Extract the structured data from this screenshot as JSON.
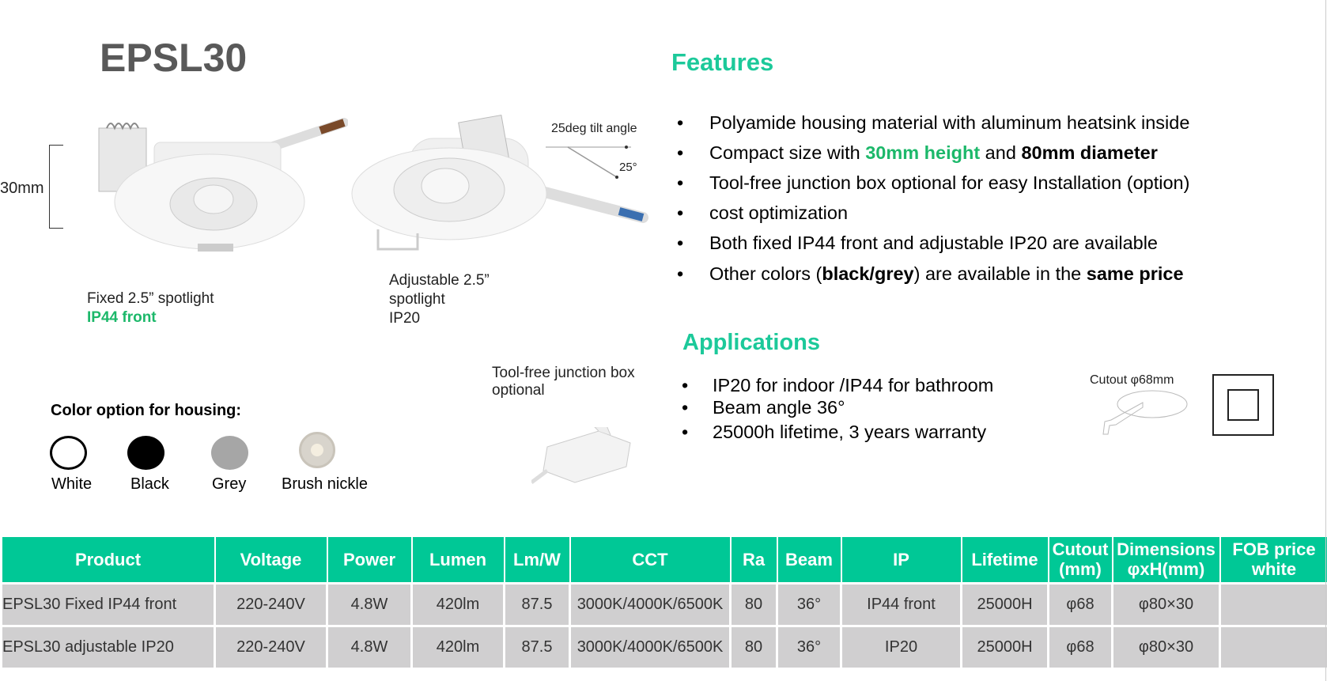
{
  "title": "EPSL30",
  "features": {
    "heading": "Features",
    "items": [
      {
        "text": "Polyamide housing material with aluminum heatsink inside"
      },
      {
        "parts": [
          "Compact size with ",
          "30mm height",
          " and ",
          "80mm diameter"
        ]
      },
      {
        "text": "Tool-free junction box optional for easy Installation (option)"
      },
      {
        "text": "cost optimization"
      },
      {
        "text": "Both fixed IP44 front and adjustable IP20 are available"
      },
      {
        "parts": [
          "Other colors (",
          "black/grey",
          ") are available in the ",
          "same price"
        ]
      }
    ]
  },
  "applications": {
    "heading": "Applications",
    "items": [
      "IP20 for indoor /IP44 for bathroom",
      "Beam angle 36°",
      "25000h lifetime, 3 years warranty"
    ]
  },
  "cutout_label": "Cutout φ68mm",
  "height_label": "30mm",
  "fixed_caption": {
    "line1": "Fixed 2.5” spotlight",
    "line2": "IP44 front"
  },
  "adjustable_caption": {
    "line1": "Adjustable 2.5”",
    "line2": "spotlight",
    "line3": "IP20"
  },
  "tilt": {
    "label": "25deg tilt angle",
    "angle": "25°"
  },
  "junction": {
    "line1": "Tool-free junction box",
    "line2": "optional"
  },
  "colors": {
    "heading": "Color option for housing:",
    "options": [
      {
        "label": "White",
        "color": "#ffffff"
      },
      {
        "label": "Black",
        "color": "#000000"
      },
      {
        "label": "Grey",
        "color": "#a6a6a6"
      },
      {
        "label": "Brush nickle",
        "color": "#d8d4cc"
      }
    ]
  },
  "table": {
    "headers": [
      "Product",
      "Voltage",
      "Power",
      "Lumen",
      "Lm/W",
      "CCT",
      "Ra",
      "Beam",
      "IP",
      "Lifetime",
      "Cutout (mm)",
      "Dimensions φxH(mm)",
      "FOB price white"
    ],
    "rows": [
      [
        "EPSL30 Fixed IP44 front",
        "220-240V",
        "4.8W",
        "420lm",
        "87.5",
        "3000K/4000K/6500K",
        "80",
        "36°",
        "IP44 front",
        "25000H",
        "φ68",
        "φ80×30",
        ""
      ],
      [
        "EPSL30 adjustable IP20",
        "220-240V",
        "4.8W",
        "420lm",
        "87.5",
        "3000K/4000K/6500K",
        "80",
        "36°",
        "IP20",
        "25000H",
        "φ68",
        "φ80×30",
        ""
      ]
    ]
  },
  "accent": "#00c896"
}
